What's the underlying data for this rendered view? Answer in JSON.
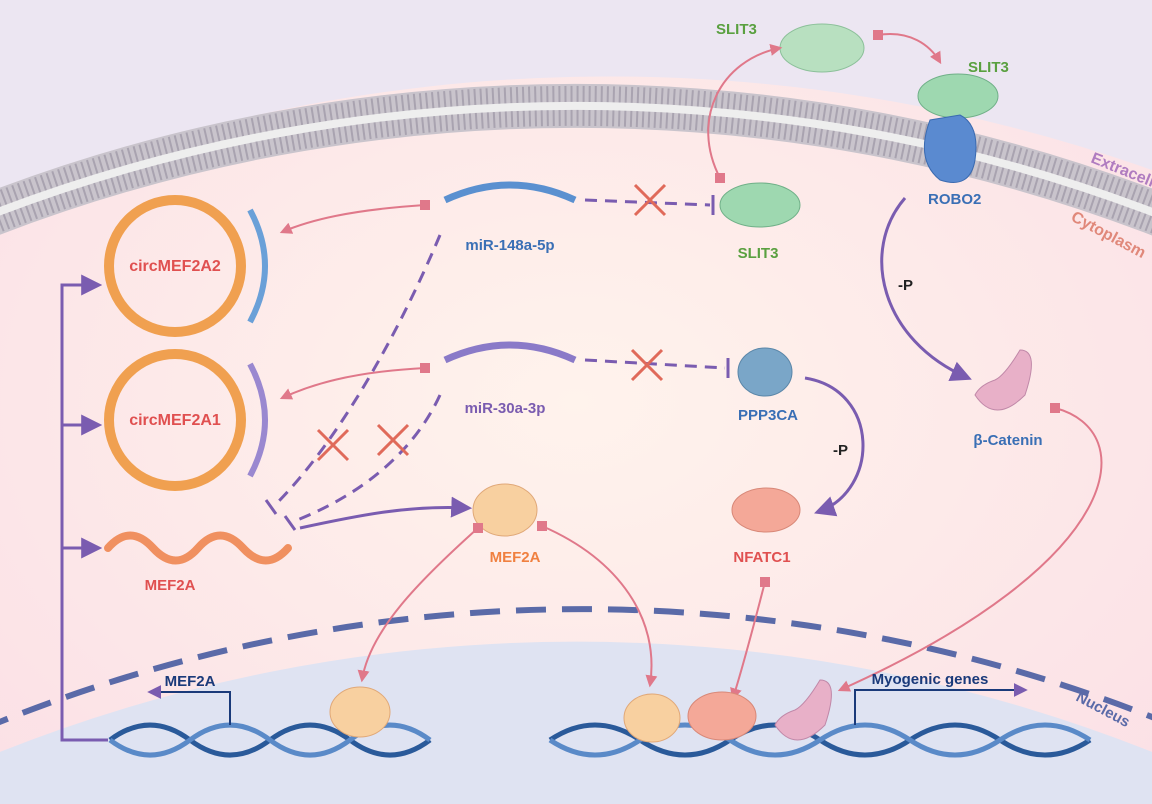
{
  "labels": {
    "slit3_top": "SLIT3",
    "slit3_bound": "SLIT3",
    "robo2": "ROBO2",
    "extracellular": "Extracellular",
    "cytoplasm": "Cytoplasm",
    "circ2": "circMEF2A2",
    "circ1": "circMEF2A1",
    "mir148": "miR-148a-5p",
    "mir30": "miR-30a-3p",
    "slit3_cyto": "SLIT3",
    "ppp3ca": "PPP3CA",
    "p1": "-P",
    "p2": "-P",
    "bcatenin": "β-Catenin",
    "mef2a_mrna": "MEF2A",
    "mef2a_protein": "MEF2A",
    "nfatc1": "NFATC1",
    "mef2a_gene": "MEF2A",
    "myogenic": "Myogenic genes",
    "nucleus": "Nucleus"
  },
  "colors": {
    "arrow_purple": "#7a5cb0",
    "arrow_pink": "#e0788a",
    "inhibit_red": "#e06a5a",
    "circ_orange": "#f0a050",
    "label_red": "#e05050",
    "label_blue": "#3a6fb5",
    "label_green": "#5aa040",
    "dna_blue": "#2a5a9a"
  }
}
